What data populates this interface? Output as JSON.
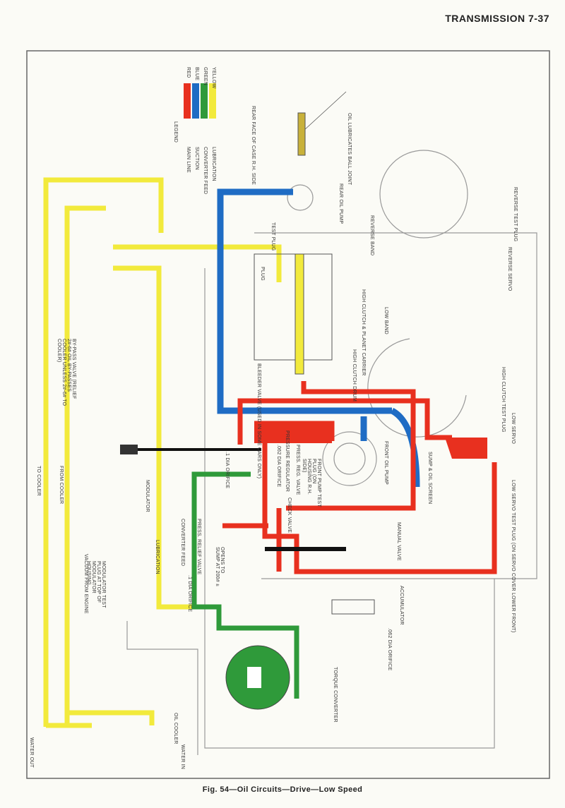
{
  "header": {
    "title": "TRANSMISSION 7-37"
  },
  "caption": "Fig. 54—Oil Circuits—Drive—Low Speed",
  "legend": {
    "title": "LEGEND",
    "items": [
      {
        "name": "MAIN LINE",
        "color_name": "RED",
        "color": "#e8301f"
      },
      {
        "name": "SUCTION",
        "color_name": "BLUE",
        "color": "#1f6cc4"
      },
      {
        "name": "CONVERTER FEED",
        "color_name": "GREEN",
        "color": "#2f9a3a"
      },
      {
        "name": "LUBRICATION",
        "color_name": "YELLOW",
        "color": "#f2ea3c"
      }
    ]
  },
  "labels": {
    "rear_face": "REAR FACE OF CASE R.H. SIDE",
    "oil_lubricates": "OIL LUBRICATES BALL JOINT",
    "rear_pump": "REAR OIL PUMP",
    "test_plug": "TEST PLUG",
    "plug": "PLUG",
    "reverse_band": "REVERSE BAND",
    "reverse_test_plug": "REVERSE TEST PLUG",
    "reverse_servo": "REVERSE SERVO",
    "bypass_valve": "BY-PASS VALVE (RELIEF 2#-6# OIL BY-PASSES COOLER UNLESS 2#-6# TO COOLER)",
    "bleeder_valve": "BLEEDER VALVE (USED IN SOME CARS ONLY)",
    "high_clutch_drum": "HIGH CLUTCH DRUM",
    "high_clutch_planet": "HIGH CLUTCH & PLANET CARRIER",
    "low_band": "LOW BAND",
    "high_clutch_test_plug": "HIGH CLUTCH TEST PLUG",
    "low_servo": "LOW SERVO",
    "low_servo_test_plug": "LOW SERVO TEST PLUG (ON SERVO COVER LOWER FRONT)",
    "to_cooler": "TO COOLER",
    "from_cooler": "FROM COOLER",
    "modulator": "MODULATOR",
    "lubrication": "LUBRICATION",
    "vacuum_from_engine": "VACUUM FROM ENGINE",
    "modulator_test_plug": "MODULATOR TEST PLUG AT TOP OF MODULATOR HOUSING",
    "dia_orifice": ".1 DIA ORIFICE",
    "pressure_regulator": "PRESSURE REGULATOR",
    "press_reg_valve": "PRESS. REG. VALVE",
    "front_pump_test_plug": "FRONT PUMP TEST PLUG (ON HOUSING R.H. SIDE)",
    "check_valve": "CHECK VALVE",
    "dia_orifice_2": ".062 DIA ORIFICE",
    "front_oil_pump": "FRONT OIL PUMP",
    "sump_screen": "SUMP & OIL SCREEN",
    "manual_valve": "MANUAL VALVE",
    "converter_feed": "CONVERTER FEED",
    "press_relief_valve": "PRESS. RELIEF VALVE",
    "opens_to_sump": "OPENS TO SUMP AT 200# ±",
    "orifice_3": ".1 DIA ORIFICE",
    "accumulator": "ACCUMULATOR",
    "orifice_4": ".062 DIA ORIFICE",
    "torque_converter": "TORQUE CONVERTER",
    "oil_cooler": "OIL COOLER",
    "water_in": "WATER IN",
    "water_out": "WATER OUT"
  }
}
